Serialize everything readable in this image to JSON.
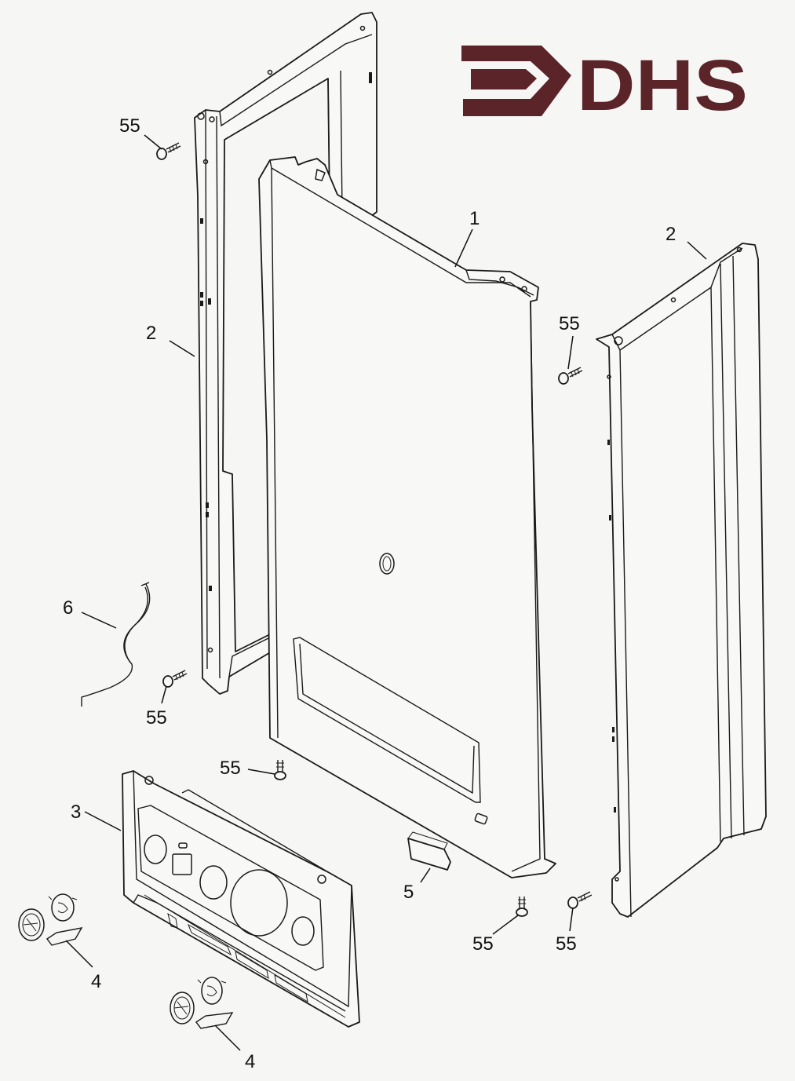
{
  "logo": {
    "text": "DHS",
    "color": "#5a2429"
  },
  "callouts": {
    "c1": "1",
    "c2_left": "2",
    "c2_right": "2",
    "c3": "3",
    "c4_upper": "4",
    "c4_lower": "4",
    "c5": "5",
    "c6": "6",
    "c55_top_left": "55",
    "c55_right": "55",
    "c55_mid_left": "55",
    "c55_center": "55",
    "c55_bottom_mid": "55",
    "c55_bottom_right": "55"
  },
  "colors": {
    "line": "#1a1a1a",
    "paper": "#f6f6f4"
  }
}
